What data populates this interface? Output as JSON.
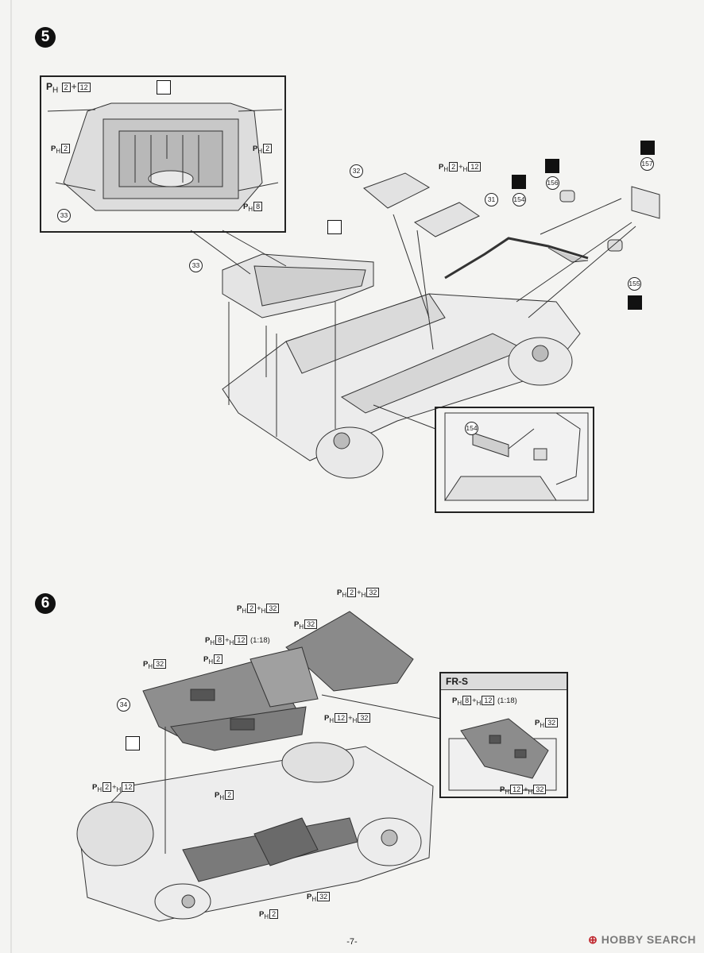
{
  "steps": [
    {
      "number": "5"
    },
    {
      "number": "6"
    }
  ],
  "step5": {
    "inset_top_left": {
      "paint_header": {
        "p": "P",
        "sub": "H",
        "a": "2",
        "plus": "+",
        "b": "12"
      },
      "paint_left": {
        "p": "P",
        "sub": "H",
        "num": "2"
      },
      "paint_right": {
        "p": "P",
        "sub": "H",
        "num": "2"
      },
      "paint_bottom_right": {
        "p": "P",
        "sub": "H",
        "num": "8"
      },
      "part": "33"
    },
    "parts": {
      "p32": "32",
      "p31": "31",
      "p33": "33",
      "p154": "154",
      "p155": "155",
      "p156": "156",
      "p157": "157",
      "p154_inset": "154"
    },
    "paint_panels": {
      "p": "P",
      "sub": "H",
      "a": "2",
      "plus": "+",
      "sub2": "H",
      "b": "12"
    }
  },
  "step6": {
    "labels": {
      "top_right": {
        "p": "P",
        "sub": "H",
        "a": "2",
        "plus": "+",
        "sub2": "H",
        "b": "32"
      },
      "top_mid": {
        "p": "P",
        "sub": "H",
        "a": "2",
        "plus": "+",
        "sub2": "H",
        "b": "32"
      },
      "h32_a": {
        "p": "P",
        "sub": "H",
        "num": "32"
      },
      "mix": {
        "p": "P",
        "sub": "H",
        "a": "8",
        "plus": "+",
        "sub2": "H",
        "b": "12",
        "ratio": "(1:18)"
      },
      "h2_a": {
        "p": "P",
        "sub": "H",
        "num": "2"
      },
      "h32_b": {
        "p": "P",
        "sub": "H",
        "num": "32"
      },
      "h12_32": {
        "p": "P",
        "sub": "H",
        "a": "12",
        "plus": "+",
        "sub2": "H",
        "b": "32"
      },
      "part34": "34"
    },
    "frs_inset": {
      "title": "FR-S",
      "mix": {
        "p": "P",
        "sub": "H",
        "a": "8",
        "plus": "+",
        "sub2": "H",
        "b": "12",
        "ratio": "(1:18)"
      },
      "h32": {
        "p": "P",
        "sub": "H",
        "num": "32"
      },
      "h12_32": {
        "p": "P",
        "sub": "H",
        "a": "12",
        "plus": "+",
        "sub2": "H",
        "b": "32"
      }
    },
    "chassis_labels": {
      "left": {
        "p": "P",
        "sub": "H",
        "a": "2",
        "plus": "+",
        "sub2": "H",
        "b": "12"
      },
      "mid": {
        "p": "P",
        "sub": "H",
        "num": "2"
      },
      "bottom_h2": {
        "p": "P",
        "sub": "H",
        "num": "2"
      },
      "bottom_h32": {
        "p": "P",
        "sub": "H",
        "num": "32"
      }
    }
  },
  "footer": {
    "page_number": "-7-"
  },
  "watermark": {
    "text": "HOBBY SEARCH",
    "mark": "⊕"
  }
}
